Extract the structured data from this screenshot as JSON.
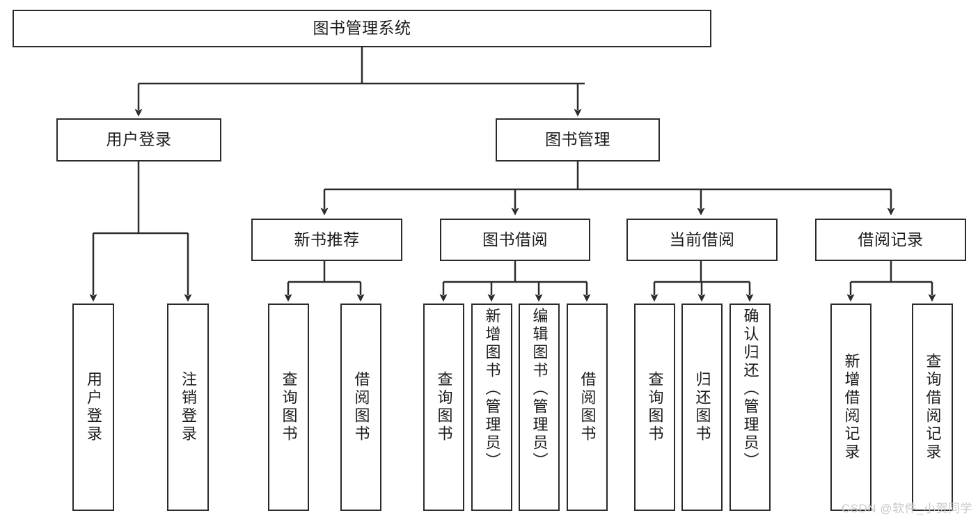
{
  "diagram": {
    "title": "图书管理系统",
    "type": "tree-hierarchy",
    "watermark": "CSDN @软件_小贺同学",
    "colors": {
      "stroke": "#2b2b2b",
      "fill": "#ffffff",
      "text": "#1c1c1c",
      "watermark": "#c9c9c9"
    },
    "root": {
      "label": "图书管理系统"
    },
    "level2": {
      "user_login": {
        "label": "用户登录"
      },
      "book_manage": {
        "label": "图书管理"
      }
    },
    "level3": {
      "new_book_recommend": {
        "label": "新书推荐"
      },
      "book_borrow": {
        "label": "图书借阅"
      },
      "current_borrow": {
        "label": "当前借阅"
      },
      "borrow_record": {
        "label": "借阅记录"
      }
    },
    "leaves": {
      "user_login_children": [
        {
          "label": "用户登录"
        },
        {
          "label": "注销登录"
        }
      ],
      "new_book_recommend_children": [
        {
          "label": "查询图书"
        },
        {
          "label": "借阅图书"
        }
      ],
      "book_borrow_children": [
        {
          "label": "查询图书"
        },
        {
          "label": "新增图书（管理员）"
        },
        {
          "label": "编辑图书（管理员）"
        },
        {
          "label": "借阅图书"
        }
      ],
      "current_borrow_children": [
        {
          "label": "查询图书"
        },
        {
          "label": "归还图书"
        },
        {
          "label": "确认归还（管理员）"
        }
      ],
      "borrow_record_children": [
        {
          "label": "新增借阅记录"
        },
        {
          "label": "查询借阅记录"
        }
      ]
    }
  }
}
